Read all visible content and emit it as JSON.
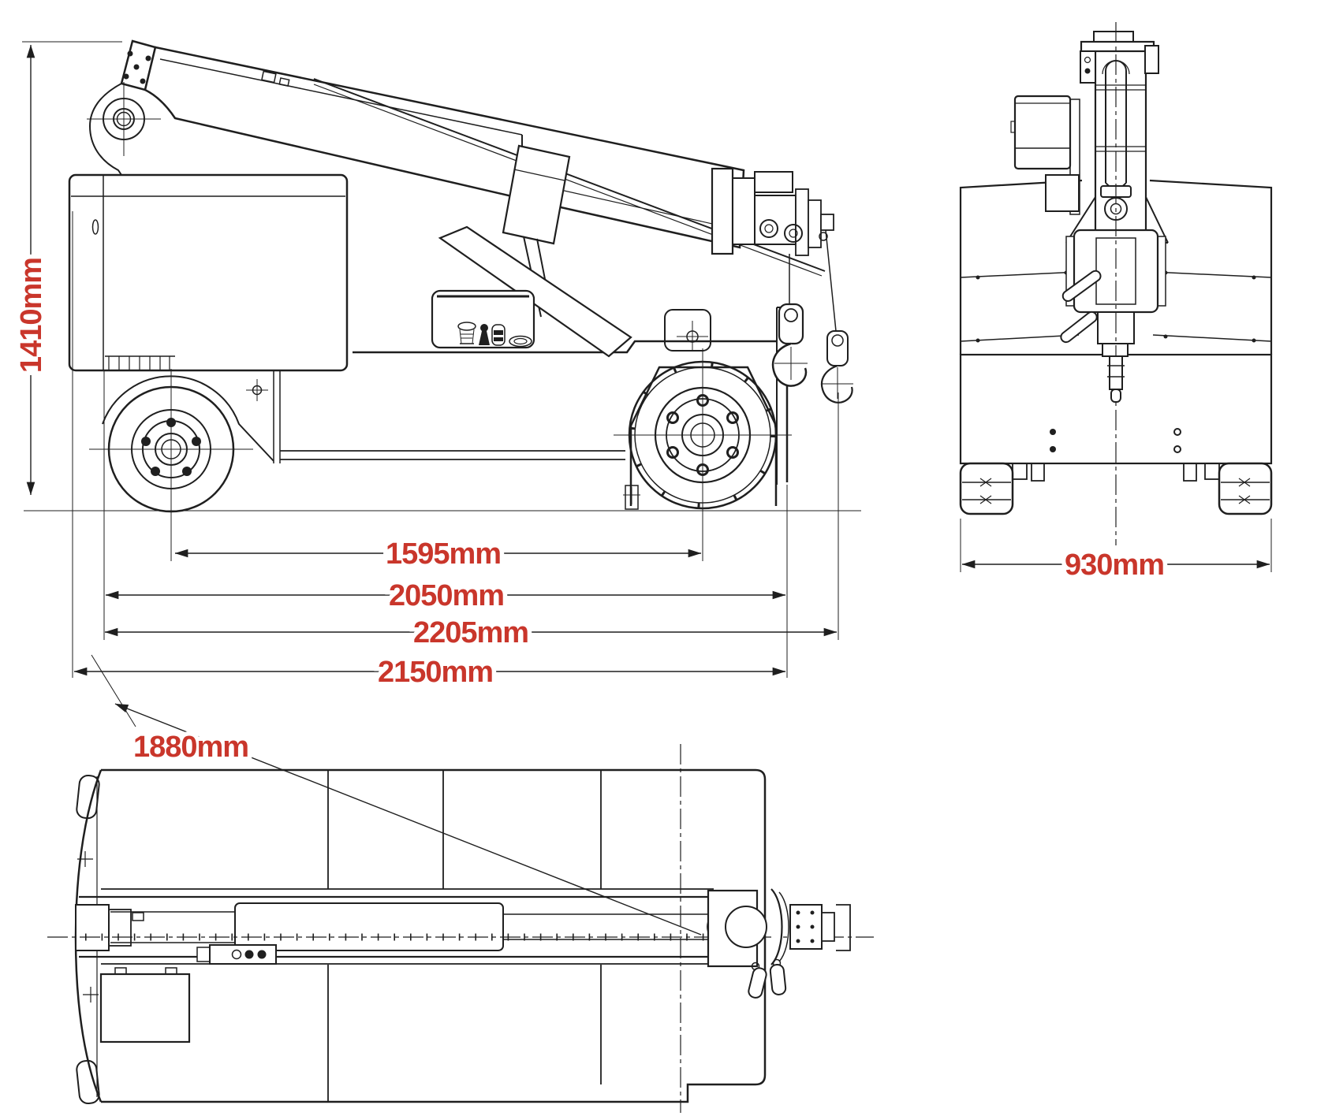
{
  "colors": {
    "background": "#ffffff",
    "linework": "#1f1f1f",
    "dimension_text": "#c9362b"
  },
  "dimensions": {
    "side": {
      "height": "1410mm",
      "wheelbase": "1595mm",
      "mid_length": "2050mm",
      "max_length": "2205mm",
      "body_length": "2150mm"
    },
    "front": {
      "width": "930mm"
    },
    "top": {
      "diagonal": "1880mm"
    }
  }
}
